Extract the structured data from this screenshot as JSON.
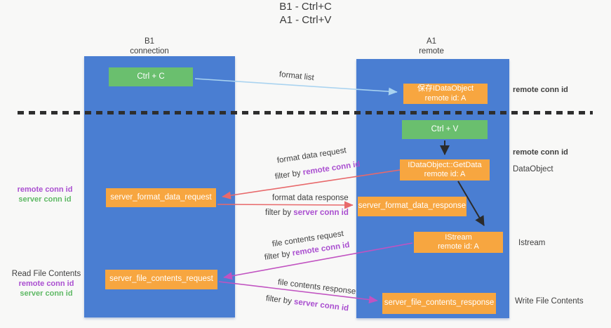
{
  "title": {
    "line1": "B1 - Ctrl+C",
    "line2": "A1 - Ctrl+V"
  },
  "columns": {
    "left": {
      "name": "B1",
      "role": "connection"
    },
    "right": {
      "name": "A1",
      "role": "remote"
    }
  },
  "nodes": {
    "ctrl_c": {
      "label": "Ctrl + C"
    },
    "save_idataobject": {
      "line1": "保存IDataObject",
      "line2": "remote id: A"
    },
    "ctrl_v": {
      "label": "Ctrl + V"
    },
    "getdata": {
      "line1": "IDataObject::GetData",
      "line2": "remote id: A"
    },
    "server_format_data_request": {
      "label": "server_format_data_request"
    },
    "server_format_data_response": {
      "label": "server_format_data_response"
    },
    "istream": {
      "line1": "IStream",
      "line2": "remote id: A"
    },
    "server_file_contents_request": {
      "label": "server_file_contents_request"
    },
    "server_file_contents_response": {
      "label": "server_file_contents_response"
    }
  },
  "flow_labels": {
    "format_list": "format list",
    "format_data_request": "format data request",
    "format_data_request_filter": {
      "prefix": "filter by ",
      "keyword": "remote conn id"
    },
    "format_data_response": "format data response",
    "format_data_response_filter": {
      "prefix": "filter by ",
      "keyword": "server conn id"
    },
    "file_contents_request": "file contents request",
    "file_contents_request_filter": {
      "prefix": "filter by ",
      "keyword": "remote conn id"
    },
    "file_contents_response": "file contents response",
    "file_contents_response_filter": {
      "prefix": "filter by ",
      "keyword": "server conn id"
    }
  },
  "side_labels": {
    "right_top_remote_conn_id": "remote conn id",
    "right_mid_remote_conn_id": "remote conn id",
    "right_dataobject": "DataObject",
    "right_istream": "Istream",
    "right_write_file_contents": "Write File Contents",
    "left_remote_conn_id": "remote conn id",
    "left_server_conn_id": "server conn id",
    "left_read_file_contents": "Read File Contents",
    "left_bottom_remote_conn_id": "remote conn id",
    "left_bottom_server_conn_id": "server conn id"
  },
  "colors": {
    "column_blue": "#4a7ed2",
    "node_orange": "#f7a640",
    "node_green": "#6abf6e",
    "arrow_lightblue": "#a9d3f0",
    "arrow_red": "#e8696b",
    "arrow_magenta": "#c153c1",
    "arrow_black": "#2b2b2b",
    "text_purple": "#aa4fd0",
    "text_green": "#5fb965"
  }
}
